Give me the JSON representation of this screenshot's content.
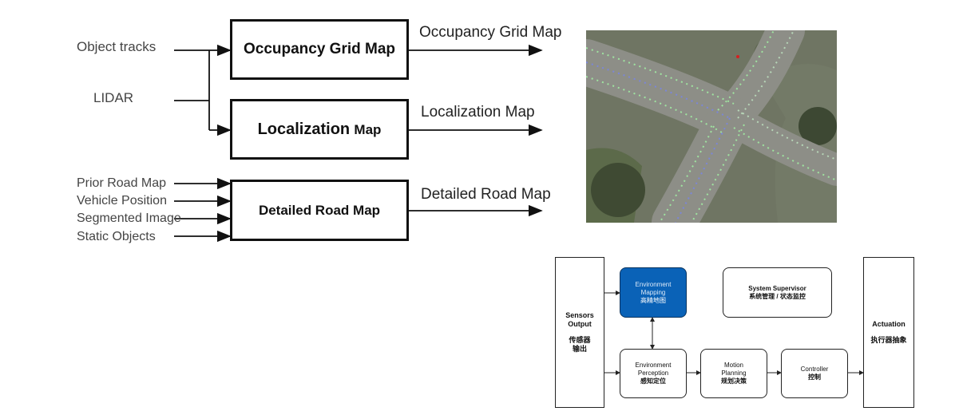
{
  "inputs": {
    "object_tracks": "Object tracks",
    "lidar": "LIDAR",
    "prior_road_map": "Prior Road Map",
    "vehicle_position": "Vehicle Position",
    "segmented_image": "Segmented Image",
    "static_objects": "Static Objects"
  },
  "maps": {
    "occupancy": "Occupancy Grid Map",
    "localization_bold": "Localization",
    "localization_map": "Map",
    "detailed": "Detailed Road Map"
  },
  "outputs": {
    "occupancy": "Occupancy Grid Map",
    "localization": "Localization Map",
    "detailed": "Detailed Road Map"
  },
  "architecture": {
    "sensors": {
      "title_line1": "Sensors",
      "title_line2": "Output",
      "cn_line1": "传感器",
      "cn_line2": "输出"
    },
    "env_mapping": {
      "line1": "Environment",
      "line2": "Mapping",
      "cn": "高精地图"
    },
    "supervisor": {
      "line1": "System Supervisor",
      "cn": "系统管理 / 状态监控"
    },
    "perception": {
      "line1": "Environment",
      "line2": "Perception",
      "cn": "感知定位"
    },
    "planning": {
      "line1": "Motion",
      "line2": "Planning",
      "cn": "规划决策"
    },
    "controller": {
      "line1": "Controller",
      "cn": "控制"
    },
    "actuation": {
      "title": "Actuation",
      "cn": "执行器抽象"
    }
  },
  "colors": {
    "mapping_box": "#0a62b7",
    "line": "#111111"
  }
}
